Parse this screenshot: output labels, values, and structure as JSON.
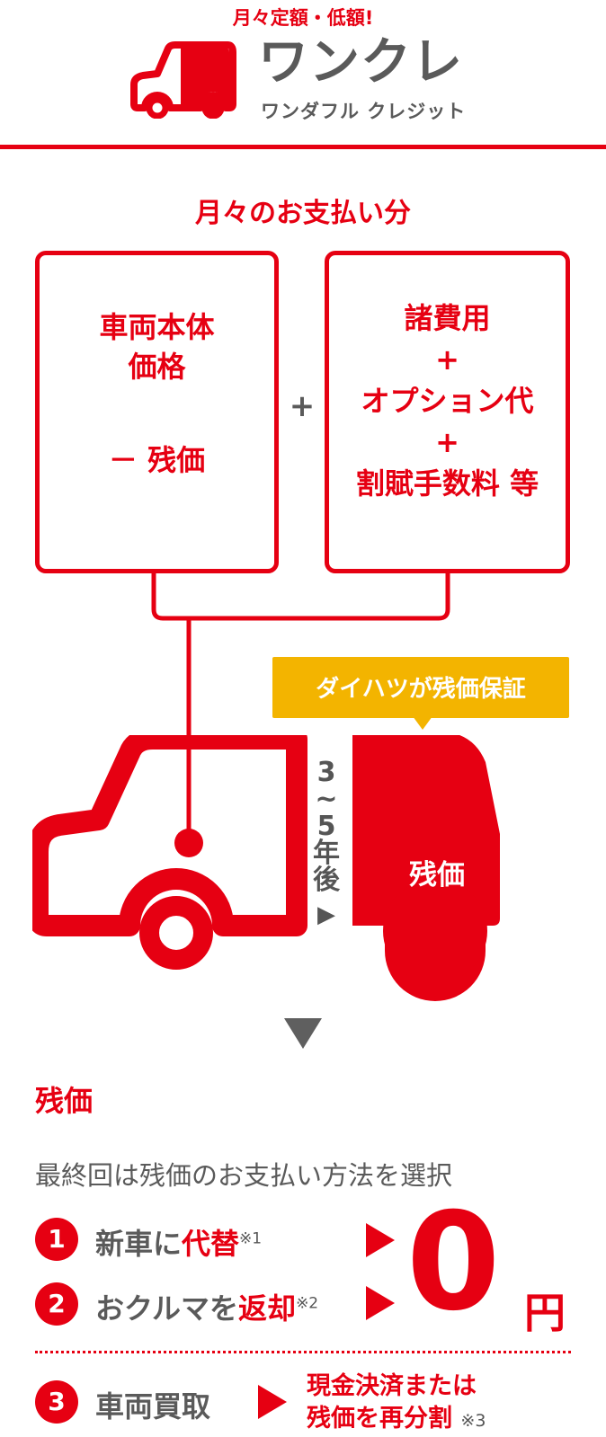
{
  "header": {
    "catch": "月々定額・低額!",
    "logo_title": "ワンクレ",
    "logo_sub": "ワンダフル クレジット"
  },
  "monthly_label": "月々のお支払い分",
  "left_box": {
    "line1": "車両本体",
    "line2": "価格",
    "line3": "－ 残価"
  },
  "plus": "+",
  "right_box": {
    "line1": "諸費用",
    "plus1": "+",
    "line2": "オプション代",
    "plus2": "+",
    "line3": "割賦手数料 等"
  },
  "bubble": "ダイハツが残価保証",
  "years": [
    "3",
    "~",
    "5",
    "年",
    "後"
  ],
  "years_arrow": "▶",
  "truck_label": "残価",
  "section": {
    "title": "残価",
    "desc": "最終回は残価のお支払い方法を選択"
  },
  "options": [
    {
      "num": "1",
      "pre": "新車に",
      "em": "代替",
      "note": "※1"
    },
    {
      "num": "2",
      "pre": "おクルマを",
      "em": "返却",
      "note": "※2"
    },
    {
      "num": "3",
      "pre": "車両買取",
      "em": "",
      "note": ""
    }
  ],
  "result_zero": "0",
  "result_yen": "円",
  "option3_result": {
    "line1": "現金決済または",
    "line2": "残価を再分割",
    "note": "※3"
  },
  "colors": {
    "red": "#e60012",
    "yellow": "#f3b400",
    "gray": "#5a5a5a"
  }
}
